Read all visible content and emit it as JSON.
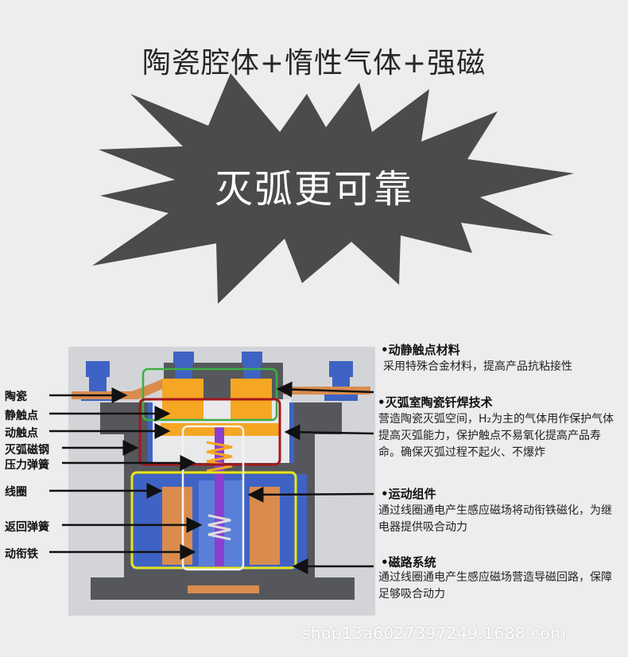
{
  "header": {
    "title": "陶瓷腔体+惰性气体+强磁",
    "burst_text": "灭弧更可靠"
  },
  "left_labels": [
    "陶瓷",
    "静触点",
    "动触点",
    "灭弧磁钢",
    "压力弹簧",
    "线圈",
    "返回弹簧",
    "动衔铁"
  ],
  "features": [
    {
      "title": "•动静触点材料",
      "desc": "采用特殊合金材料，提高产品抗粘接性"
    },
    {
      "title": "•灭弧室陶瓷钎焊技术",
      "desc": "营造陶瓷灭弧空间，H₂为主的气体用作保护气体提高灭弧能力，保护触点不易氧化提高产品寿命。确保灭弧过程不起火、不爆炸"
    },
    {
      "title": "•运动组件",
      "desc": "通过线圈通电产生感应磁场将动衔铁磁化，为继电器提供吸合动力"
    },
    {
      "title": "•磁路系统",
      "desc": "通过线圈通电产生感应磁场营造导磁回路，保障足够吸合动力"
    }
  ],
  "watermark": "shop13a6027397249.1688.com",
  "colors": {
    "burst": "#4b4b4b",
    "background": "#ededed",
    "copper": "#d98c4e",
    "orange_contact": "#f5a623",
    "blue_body": "#3f63c4",
    "green_box": "#3cb043",
    "red_box": "#a3171c",
    "yellow_box": "#e6e61a",
    "purple_shaft": "#8a3fd1"
  }
}
